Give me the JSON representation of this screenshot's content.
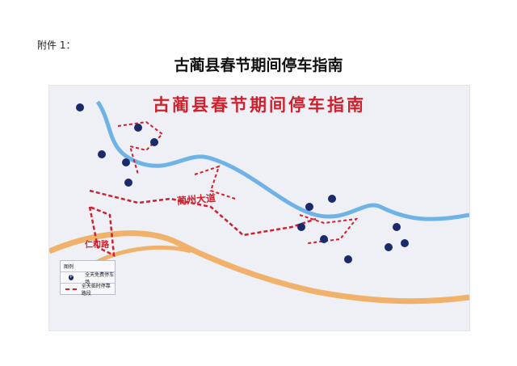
{
  "attachment_label": "附件 1：",
  "title": "古蔺县春节期间停车指南",
  "map": {
    "title": "古蔺县春节期间停车指南",
    "roads": [
      "蔺州大道",
      "仁和路"
    ],
    "legend": {
      "heading": "图例",
      "items": [
        {
          "icon": "parking-icon",
          "label": "全天免费停车场"
        },
        {
          "icon": "red-dashed-line",
          "label": "全天临时停靠路段"
        }
      ]
    },
    "colors": {
      "route": "#d0202c",
      "parking": "#1b2a6b",
      "river": "#6fb3e6",
      "highway": "#f0b26a"
    }
  }
}
